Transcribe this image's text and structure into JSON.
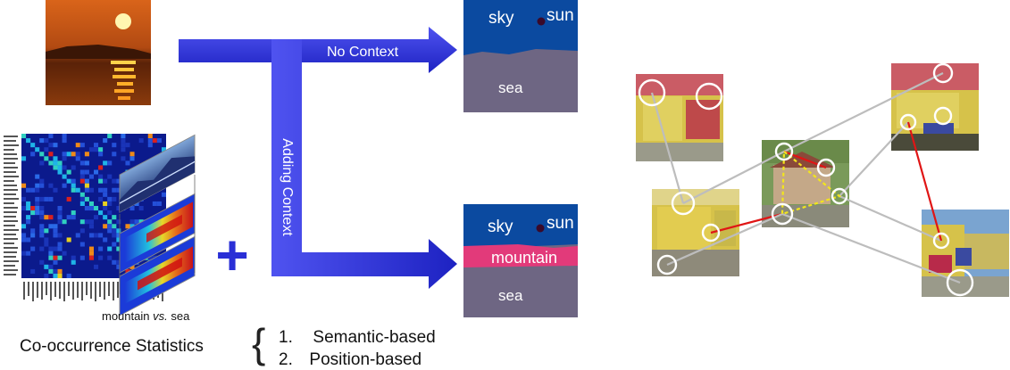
{
  "arrows": {
    "no_context_label": "No Context",
    "adding_context_label": "Adding Context"
  },
  "segmentation_top": {
    "labels": [
      "sky",
      "sun",
      "sea"
    ]
  },
  "segmentation_bottom": {
    "labels": [
      "sky",
      "sun",
      "mountain",
      "sea"
    ]
  },
  "plus_symbol": "+",
  "caption": {
    "comparison_prefix": "mountain",
    "comparison_vs": "vs.",
    "comparison_suffix": "sea",
    "stats_title": "Co-occurrence Statistics",
    "brace": "{",
    "items": [
      {
        "number": "1.",
        "label": "Semantic-based"
      },
      {
        "number": "2.",
        "label": "Position-based"
      }
    ]
  },
  "colors": {
    "arrow_blue": "#2a2fd6",
    "sky_blue": "#0b4aa0",
    "sea_gray": "#6e6683",
    "mountain_pink": "#e23a7a",
    "sun_dark": "#3a0a2a",
    "graph_edge_gray": "#bdbdbd",
    "graph_edge_red": "#e01515",
    "graph_edge_yellow": "#f2e51c",
    "matrix_bg": "#0b1a8c"
  }
}
